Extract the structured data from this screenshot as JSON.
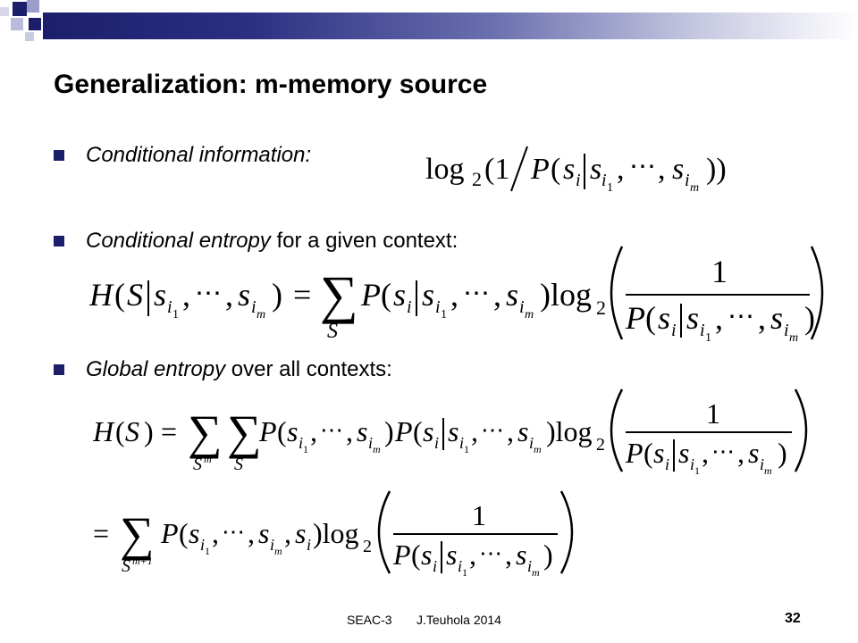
{
  "title": "Generalization: m-memory source",
  "bullets": [
    {
      "italic": "Conditional information:",
      "plain": ""
    },
    {
      "italic": "Conditional entropy",
      "plain": " for a given context:"
    },
    {
      "italic": "Global entropy",
      "plain": " over all contexts:"
    }
  ],
  "footer": {
    "course": "SEAC-3",
    "author": "J.Teuhola 2014",
    "page": "32"
  },
  "colors": {
    "bullet": "#1b1f6b",
    "header_dark": "#1b1f6b"
  }
}
